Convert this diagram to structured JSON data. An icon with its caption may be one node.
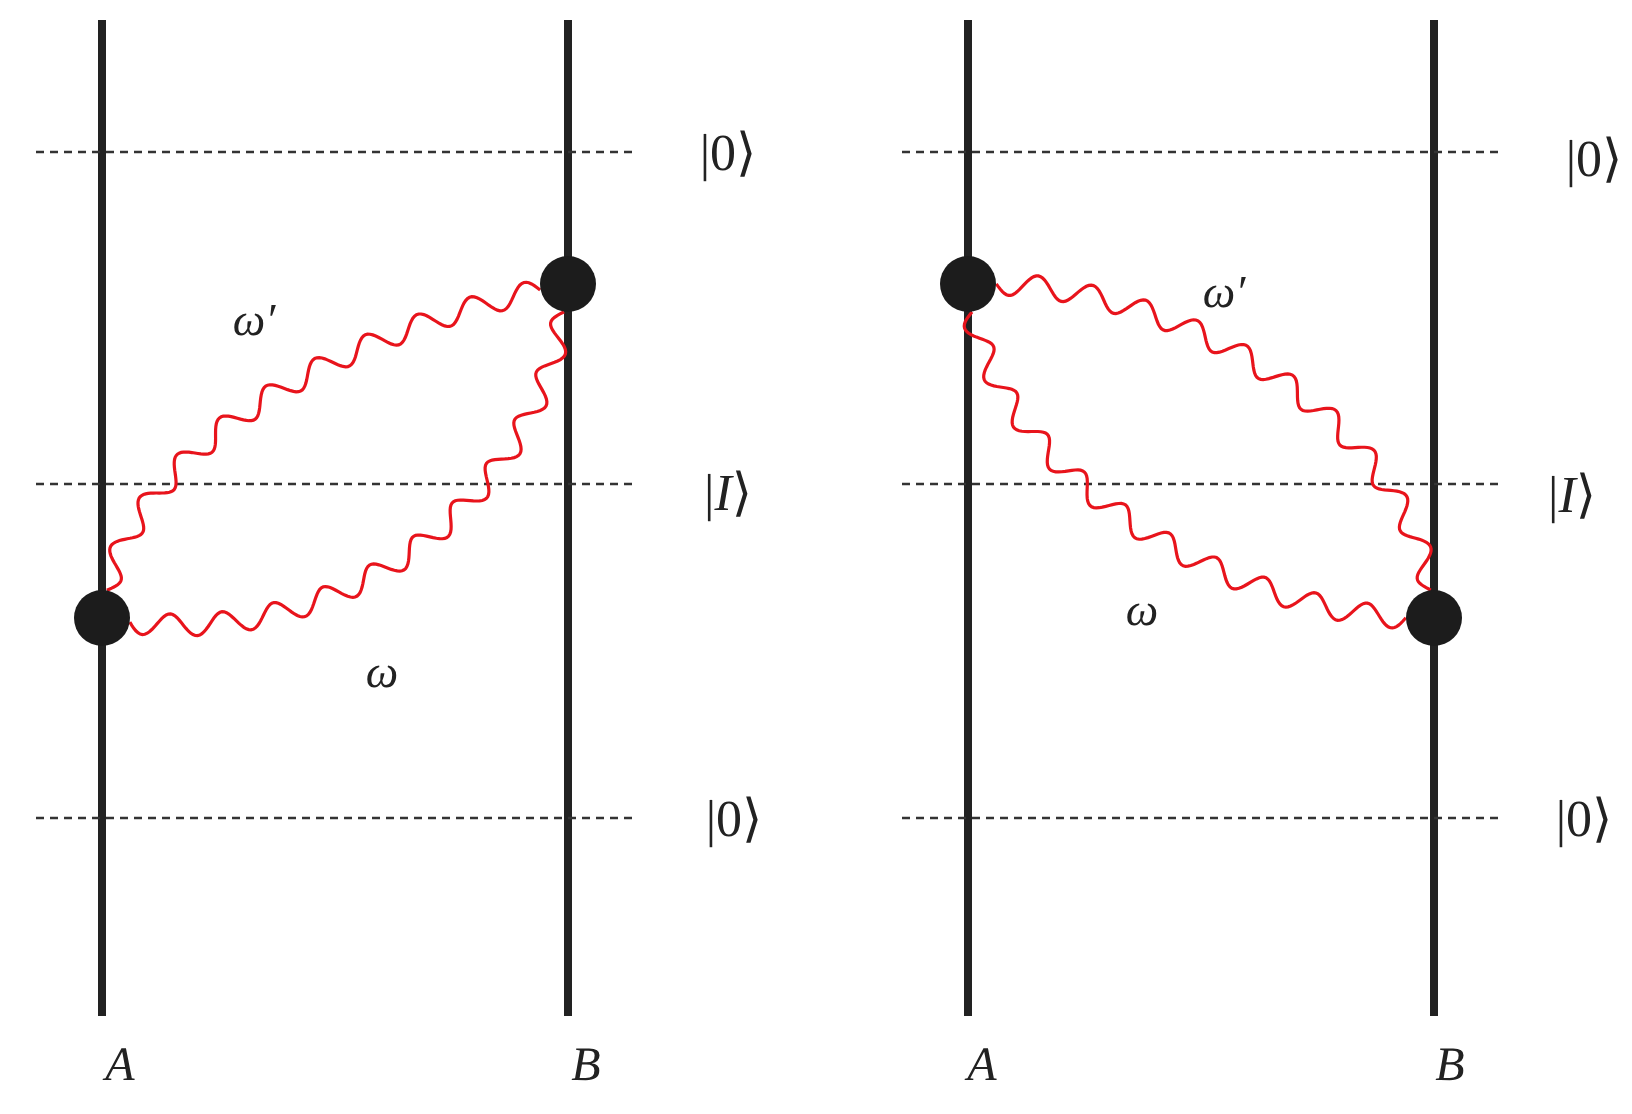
{
  "diagram": {
    "nodes": [
      {
        "text": [],
        "shape": "circle"
      },
      {
        "text": [],
        "shape": "circle"
      },
      {
        "text": [],
        "shape": "circle"
      },
      {
        "text": [],
        "shape": "circle"
      }
    ],
    "edges": [
      {
        "from": 1,
        "to": 0,
        "arrow": "none",
        "label": "ω′"
      },
      {
        "from": 1,
        "to": 0,
        "arrow": "none",
        "label": "ω"
      },
      {
        "from": 2,
        "to": 3,
        "arrow": "none",
        "label": "ω′"
      },
      {
        "from": 2,
        "to": 3,
        "arrow": "none",
        "label": "ω"
      }
    ],
    "labels": [
      "|0⟩",
      "|*I*⟩",
      "|0⟩",
      "A",
      "B",
      "|0⟩",
      "|*I*⟩",
      "|0⟩",
      "A",
      "B"
    ]
  }
}
